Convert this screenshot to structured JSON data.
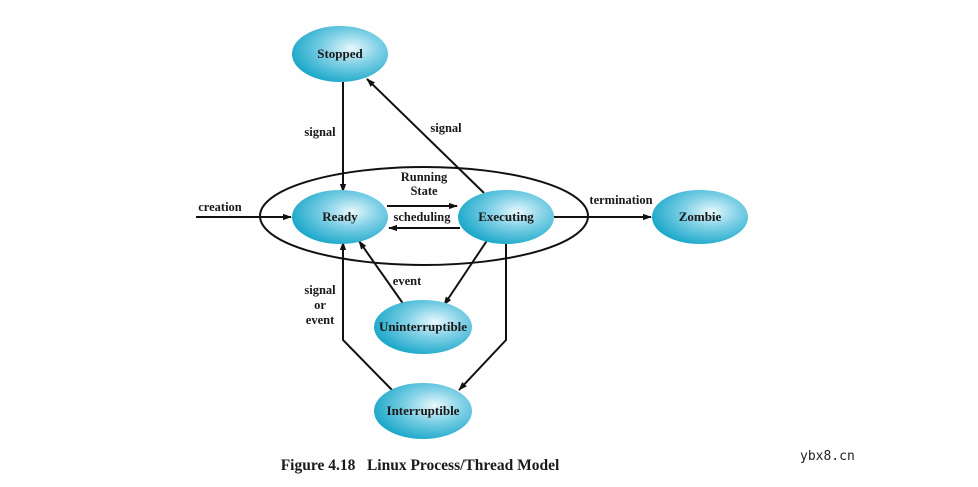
{
  "figure": {
    "caption": "Figure 4.18   Linux Process/Thread Model",
    "node_fill_inner": "#e8f8fc",
    "node_fill_outer": "#1aa7c9",
    "edge_color": "#111111"
  },
  "container": {
    "label_line1": "Running",
    "label_line2": "State"
  },
  "nodes": {
    "stopped": "Stopped",
    "ready": "Ready",
    "executing": "Executing",
    "zombie": "Zombie",
    "uninterruptible": "Uninterruptible",
    "interruptible": "Interruptible"
  },
  "edges": {
    "creation": "creation",
    "stopped_to_ready": "signal",
    "executing_to_stopped": "signal",
    "scheduling": "scheduling",
    "termination": "termination",
    "uninterruptible_to_ready": "event",
    "interruptible_to_ready_line1": "signal",
    "interruptible_to_ready_line2": "or",
    "interruptible_to_ready_line3": "event"
  },
  "watermark": "ybx8.cn"
}
